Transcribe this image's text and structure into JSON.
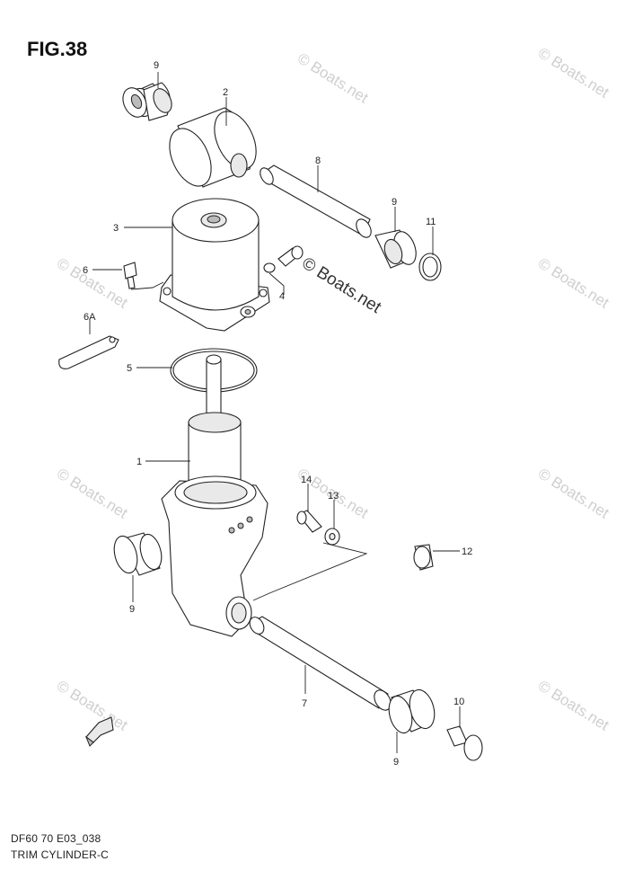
{
  "figure": {
    "title": "FIG.38",
    "code": "DF60 70 E03_038",
    "name": "TRIM CYLINDER-C"
  },
  "watermark": {
    "small": "© Boats.net",
    "large": "© Boats.net"
  },
  "callouts": {
    "p1": "1",
    "p2": "2",
    "p3": "3",
    "p4": "4",
    "p5": "5",
    "p6": "6",
    "p6a": "6A",
    "p7": "7",
    "p8": "8",
    "p9a": "9",
    "p9b": "9",
    "p9c": "9",
    "p9d": "9",
    "p10": "10",
    "p11": "11",
    "p12": "12",
    "p13": "13",
    "p14": "14"
  },
  "icons": {
    "front_arrow": "fwd-arrow-icon"
  }
}
